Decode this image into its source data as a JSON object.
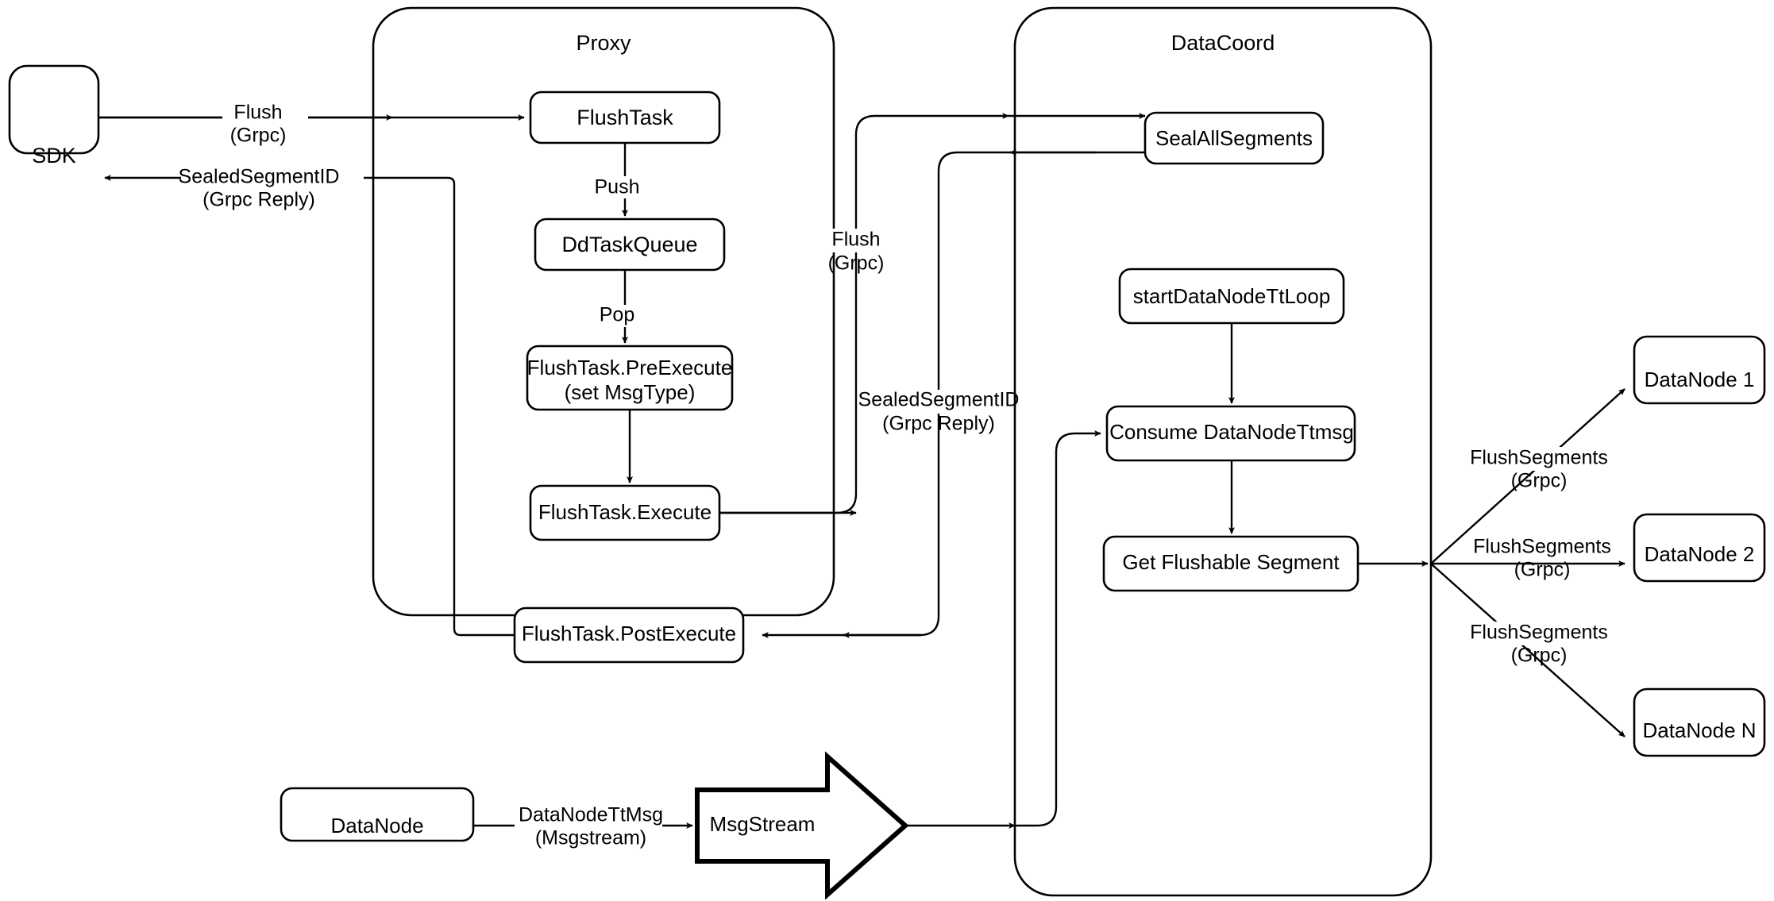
{
  "diagram": {
    "title": "Milvus Flush Sequence Architecture",
    "background_color": "#ffffff",
    "stroke_color": "#000000",
    "containers": [
      {
        "id": "proxy",
        "label": "Proxy"
      },
      {
        "id": "datacoord",
        "label": "DataCoord"
      }
    ],
    "nodes": {
      "sdk": "SDK",
      "flush_task": "FlushTask",
      "dd_task_queue": "DdTaskQueue",
      "pre_execute_line1": "FlushTask.PreExecute",
      "pre_execute_line2": "(set MsgType)",
      "execute": "FlushTask.Execute",
      "post_execute": "FlushTask.PostExecute",
      "seal_all_segments": "SealAllSegments",
      "start_datanode_tt_loop": "startDataNodeTtLoop",
      "consume_datanode_ttmsg": "Consume DataNodeTtmsg",
      "get_flushable_segment": "Get Flushable Segment",
      "datanode_1": "DataNode 1",
      "datanode_2": "DataNode 2",
      "datanode_n": "DataNode N",
      "datanode_bottom": "DataNode",
      "msgstream": "MsgStream"
    },
    "edge_labels": {
      "sdk_to_proxy_l1": "Flush",
      "sdk_to_proxy_l2": "(Grpc)",
      "proxy_to_sdk_l1": "SealedSegmentID",
      "proxy_to_sdk_l2": "(Grpc Reply)",
      "push": "Push",
      "pop": "Pop",
      "proxy_to_datacoord_l1": "Flush",
      "proxy_to_datacoord_l2": "(Grpc)",
      "datacoord_to_proxy_l1": "SealedSegmentID",
      "datacoord_to_proxy_l2": "(Grpc Reply)",
      "flush_segments_1_l1": "FlushSegments",
      "flush_segments_1_l2": "(Grpc)",
      "flush_segments_2_l1": "FlushSegments",
      "flush_segments_2_l2": "(Grpc)",
      "flush_segments_n_l1": "FlushSegments",
      "flush_segments_n_l2": "(Grpc)",
      "datanode_ttmsg_l1": "DataNodeTtMsg",
      "datanode_ttmsg_l2": "(Msgstream)"
    }
  }
}
